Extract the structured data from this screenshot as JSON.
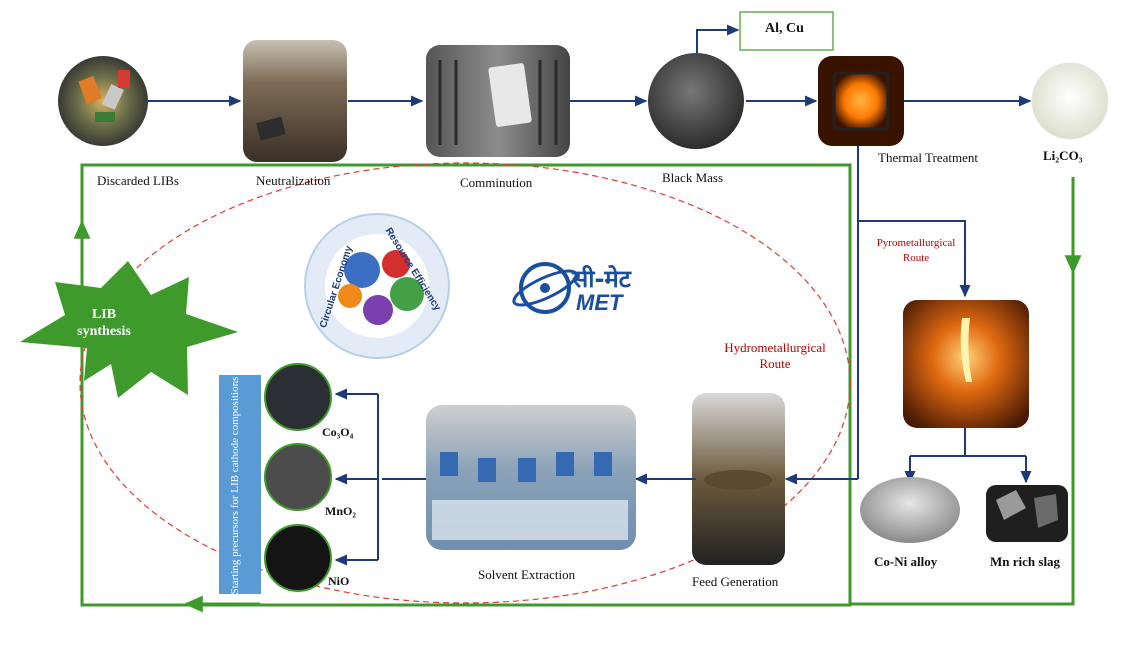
{
  "labels": {
    "discarded": "Discarded LIBs",
    "neutralization": "Neutralization",
    "comminution": "Comminution",
    "black_mass": "Black Mass",
    "thermal": "Thermal Treatment",
    "li2co3": "Li₂CO₃",
    "alcu": "Al, Cu",
    "pyro_route": "Pyrometallurgical\nRoute",
    "hydro_route": "Hydrometallurgical\nRoute",
    "lib_synthesis": "LIB\nsynthesis",
    "precursors": "Starting precursors for LIB cathode compositions",
    "co3o4": "Co₃O₄",
    "mno2": "MnO₂",
    "nio": "NiO",
    "solvent": "Solvent Extraction",
    "feed": "Feed Generation",
    "coni": "Co-Ni alloy",
    "mnslag": "Mn rich slag"
  },
  "logo": {
    "ring_top": "Resource Efficiency",
    "ring_left": "Circular Economy",
    "cmet_hindi": "सी-मेट",
    "cmet_latin": "MET"
  },
  "colors": {
    "arrow_blue": "#1f3a7a",
    "loop_green": "#3f9a2c",
    "route_red": "#c00000",
    "precursor_blue": "#5b9bd5"
  }
}
